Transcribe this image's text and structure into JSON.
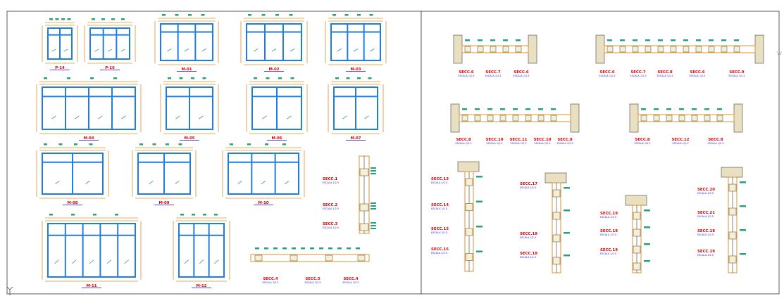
{
  "drawing": {
    "elevations": [
      {
        "label": "P-14"
      },
      {
        "label": "P-16"
      },
      {
        "label": "M-01"
      },
      {
        "label": "M-02"
      },
      {
        "label": "M-03"
      },
      {
        "label": "M-04"
      },
      {
        "label": "M-05"
      },
      {
        "label": "M-06"
      },
      {
        "label": "M-07"
      },
      {
        "label": "M-08"
      },
      {
        "label": "M-09"
      },
      {
        "label": "M-10"
      },
      {
        "label": "M-11"
      },
      {
        "label": "M-12"
      }
    ],
    "sections_mid": [
      {
        "label": "SECC.1",
        "scale": "ESCALA 1/2.5"
      },
      {
        "label": "SECC.2",
        "scale": "ESCALA 1/2.5"
      },
      {
        "label": "SECC.3",
        "scale": "ESCALA 1/2.5"
      }
    ],
    "sections_bottom": [
      {
        "label": "SECC.4",
        "scale": "ESCALA 1/2.5"
      },
      {
        "label": "SECC.5",
        "scale": "ESCALA 1/2.5"
      },
      {
        "label": "SECC.4",
        "scale": "ESCALA 1/2.5"
      }
    ],
    "sections_right_row1": [
      {
        "label": "SECC.6",
        "scale": "ESCALA 1/2.5"
      },
      {
        "label": "SECC.7",
        "scale": "ESCALA 1/2.5"
      },
      {
        "label": "SECC.6",
        "scale": "ESCALA 1/2.5"
      },
      {
        "label": "SECC.6",
        "scale": "ESCALA 1/2.5"
      },
      {
        "label": "SECC.7",
        "scale": "ESCALA 1/2.5"
      },
      {
        "label": "SECC.8",
        "scale": "ESCALA 1/2.5"
      },
      {
        "label": "SECC.6",
        "scale": "ESCALA 1/2.5"
      },
      {
        "label": "SECC.9",
        "scale": "ESCALA 1/2.5"
      }
    ],
    "sections_right_row2": [
      {
        "label": "SECC.8",
        "scale": "ESCALA 1/2.5"
      },
      {
        "label": "SECC.10",
        "scale": "ESCALA 1/2.5"
      },
      {
        "label": "SECC.11",
        "scale": "ESCALA 1/2.5"
      },
      {
        "label": "SECC.10",
        "scale": "ESCALA 1/2.5"
      },
      {
        "label": "SECC.8",
        "scale": "ESCALA 1/2.5"
      },
      {
        "label": "SECC.8",
        "scale": "ESCALA 1/2.5"
      },
      {
        "label": "SECC.12",
        "scale": "ESCALA 1/2.5"
      },
      {
        "label": "SECC.8",
        "scale": "ESCALA 1/2.5"
      }
    ],
    "sections_vertical": [
      {
        "label": "SECC.13",
        "scale": "ESCALA 1/2.5"
      },
      {
        "label": "SECC.14",
        "scale": "ESCALA 1/2.5"
      },
      {
        "label": "SECC.15",
        "scale": "ESCALA 1/2.5"
      },
      {
        "label": "SECC.15",
        "scale": "ESCALA 1/2.5"
      },
      {
        "label": "SECC.17",
        "scale": "ESCALA 1/2.5"
      },
      {
        "label": "SECC.18",
        "scale": "ESCALA 1/2.5"
      },
      {
        "label": "SECC.18",
        "scale": "ESCALA 1/2.5"
      },
      {
        "label": "SECC.19",
        "scale": "ESCALA 1/2.5"
      },
      {
        "label": "SECC.18",
        "scale": "ESCALA 1/2.5"
      },
      {
        "label": "SECC.19",
        "scale": "ESCALA 1/2.5"
      },
      {
        "label": "SECC.20",
        "scale": "ESCALA 1/2.5"
      },
      {
        "label": "SECC.21",
        "scale": "ESCALA 1/2.5"
      },
      {
        "label": "SECC.18",
        "scale": "ESCALA 1/2.5"
      },
      {
        "label": "SECC.19",
        "scale": "ESCALA 1/2.5"
      }
    ],
    "colors": {
      "frame": "#1e7fe0",
      "dimension": "#e0902a",
      "label": "#e00000",
      "annotation": "#2aa07a"
    }
  }
}
